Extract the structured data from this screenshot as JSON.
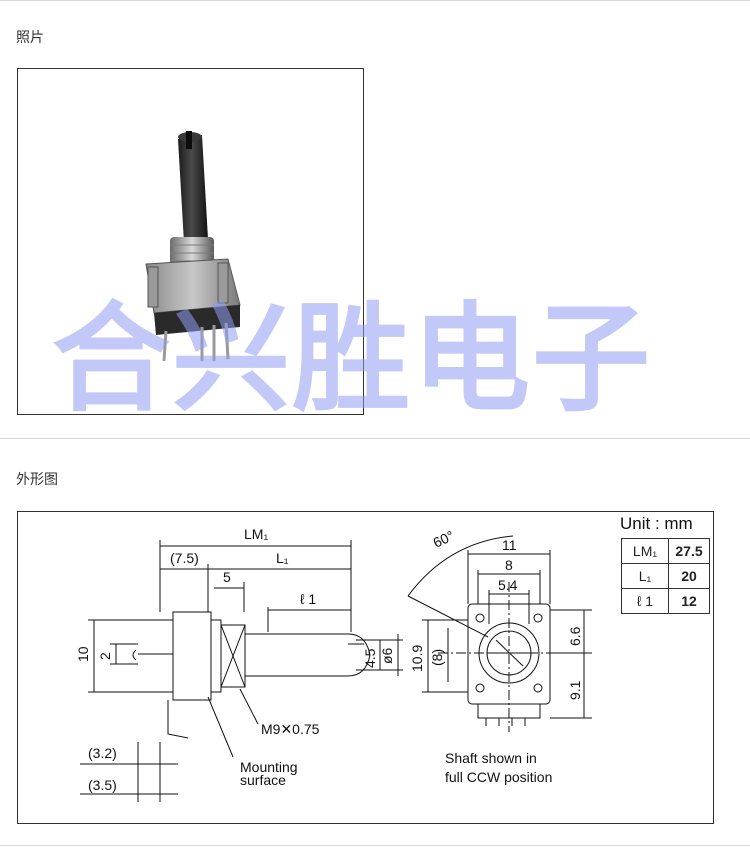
{
  "sections": {
    "photo_title": "照片",
    "outline_title": "外形图"
  },
  "watermark": "合兴胜电子",
  "drawing": {
    "dim_LM1": "LM₁",
    "dim_L1": "L₁",
    "dim_l1": "ℓ 1",
    "dim_7_5": "(7.5)",
    "dim_5": "5",
    "dim_10": "10",
    "dim_2": "2",
    "dim_4_5": "4.5",
    "dim_phi6": "ø6",
    "thread": "M9✕0.75",
    "mounting_1": "Mounting",
    "mounting_2": "surface",
    "dim_3_2": "(3.2)",
    "dim_3_5": "(3.5)",
    "angle": "60°",
    "dim_11": "11",
    "dim_8": "8",
    "dim_5_4": "5.4",
    "dim_10_9": "10.9",
    "dim_8p": "(8)",
    "dim_6_6": "6.6",
    "dim_9_1": "9.1",
    "shaft_note_1": "Shaft shown in",
    "shaft_note_2": "full CCW position"
  },
  "unit_table": {
    "title": "Unit : mm",
    "rows": [
      {
        "key": "LM₁",
        "value": "27.5"
      },
      {
        "key": "L₁",
        "value": "20"
      },
      {
        "key": "ℓ 1",
        "value": "12"
      }
    ]
  }
}
